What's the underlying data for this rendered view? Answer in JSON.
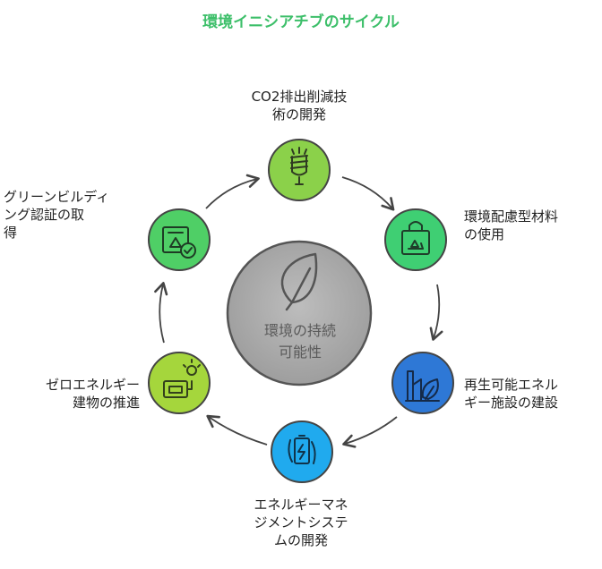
{
  "title": "環境イニシアチブのサイクル",
  "center": {
    "line1": "環境の持続",
    "line2": "可能性"
  },
  "nodes": [
    {
      "id": "co2",
      "label_lines": [
        "CO2排出削減技",
        "術の開発"
      ],
      "icon": "lightbulb-icon",
      "color": "#8bd14a"
    },
    {
      "id": "materials",
      "label_lines": [
        "環境配慮型材料",
        "の使用"
      ],
      "icon": "recycle-bag-icon",
      "color": "#3fcf73"
    },
    {
      "id": "renewable",
      "label_lines": [
        "再生可能エネル",
        "ギー施設の建設"
      ],
      "icon": "factory-leaf-icon",
      "color": "#2e78d6"
    },
    {
      "id": "ems",
      "label_lines": [
        "エネルギーマネ",
        "ジメントシステ",
        "ムの開発"
      ],
      "icon": "battery-cycle-icon",
      "color": "#20aaee"
    },
    {
      "id": "zeb",
      "label_lines": [
        "ゼロエネルギー",
        "建物の推進"
      ],
      "icon": "idea-machine-icon",
      "color": "#a5d63c"
    },
    {
      "id": "green",
      "label_lines": [
        "グリーンビルディ",
        "ング認証の取",
        "得"
      ],
      "icon": "certificate-icon",
      "color": "#4fcf66"
    }
  ]
}
